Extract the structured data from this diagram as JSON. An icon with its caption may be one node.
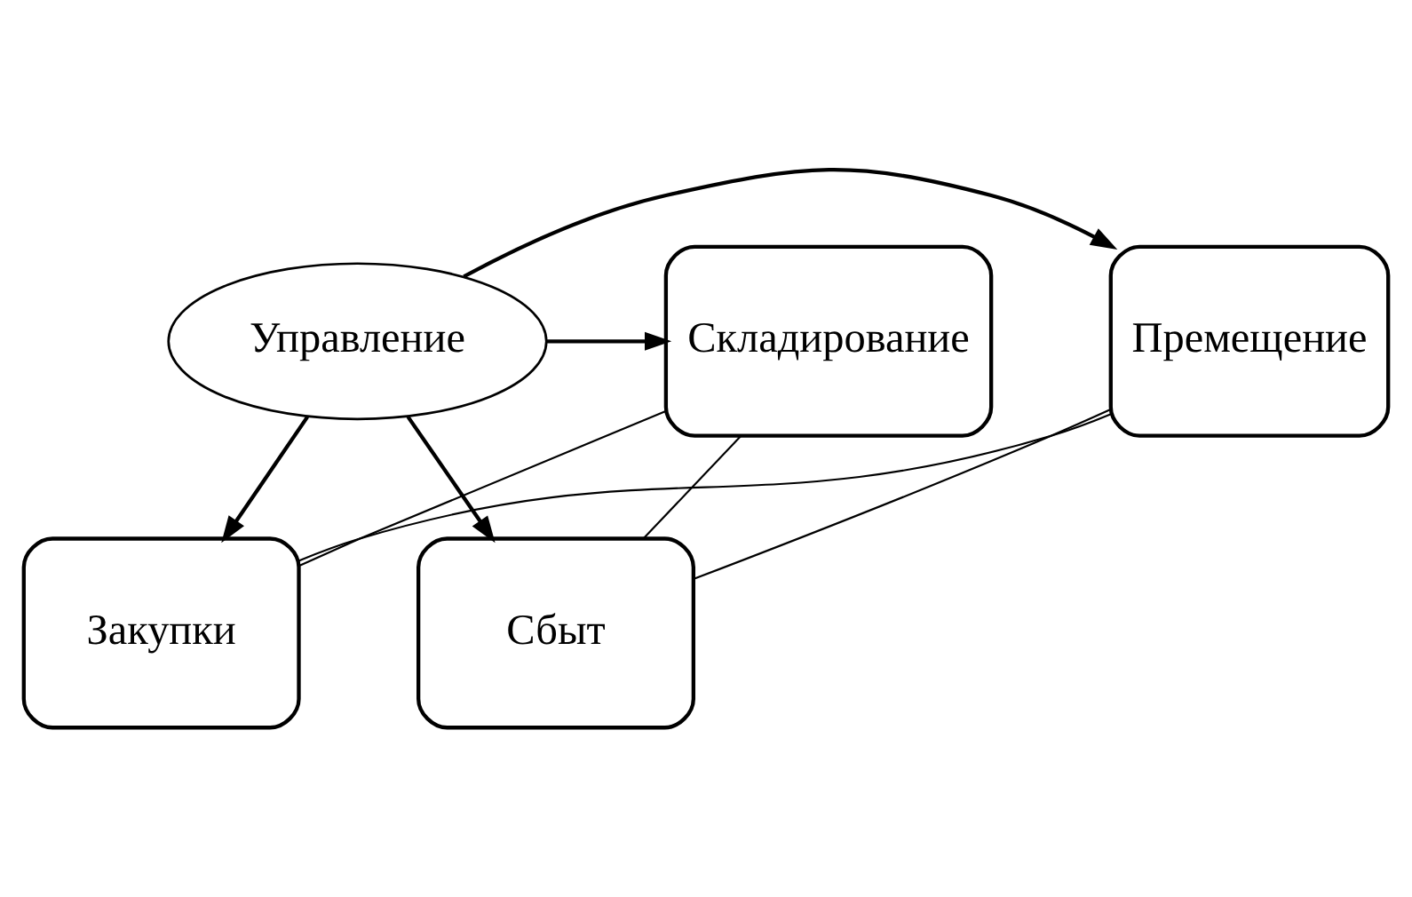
{
  "diagram": {
    "nodes": [
      {
        "text": [
          "Закупки"
        ]
      },
      {
        "text": [
          "Премещение"
        ]
      },
      {
        "text": [
          "Управление"
        ]
      },
      {
        "text": [
          "Складирование"
        ]
      },
      {
        "text": [
          "Сбыт"
        ]
      }
    ],
    "edges": [
      {
        "from": 2,
        "to": 0,
        "arrow": "to"
      },
      {
        "from": 2,
        "to": 1,
        "arrow": "to"
      },
      {
        "from": 2,
        "to": 3,
        "arrow": "to"
      },
      {
        "from": 2,
        "to": 4,
        "arrow": "to"
      },
      {
        "from": 0,
        "to": 3,
        "arrow": "none"
      },
      {
        "from": 3,
        "to": 4,
        "arrow": "none"
      },
      {
        "from": 4,
        "to": 1,
        "arrow": "none"
      },
      {
        "from": 1,
        "to": 0,
        "arrow": "none"
      }
    ]
  }
}
